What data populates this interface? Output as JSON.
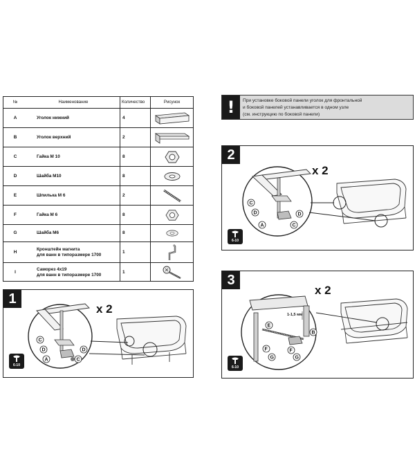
{
  "table": {
    "header": {
      "num": "№",
      "name": "Наименование",
      "qty": "Количество",
      "pic": "Рисунок"
    },
    "rows": [
      {
        "num": "A",
        "name": "Уголок нижний",
        "qty": "4",
        "icon": "lower-corner-bracket-icon"
      },
      {
        "num": "B",
        "name": "Уголок верхний",
        "qty": "2",
        "icon": "upper-corner-bracket-icon"
      },
      {
        "num": "C",
        "name": "Гайка М 10",
        "qty": "8",
        "icon": "hex-nut-icon"
      },
      {
        "num": "D",
        "name": "Шайба М10",
        "qty": "8",
        "icon": "washer-icon"
      },
      {
        "num": "E",
        "name": "Шпилька М 6",
        "qty": "2",
        "icon": "threaded-rod-icon"
      },
      {
        "num": "F",
        "name": "Гайка М 6",
        "qty": "8",
        "icon": "hex-nut-icon"
      },
      {
        "num": "G",
        "name": "Шайба М6",
        "qty": "8",
        "icon": "washer-icon"
      },
      {
        "num": "H",
        "name": "Кронштейн магнита",
        "name2": "для ванн в типоразмере 1700",
        "qty": "1",
        "icon": "magnet-bracket-icon"
      },
      {
        "num": "I",
        "name": "Саморез 4x19",
        "name2": "для ванн в типоразмере 1700",
        "qty": "1",
        "icon": "self-tapping-screw-icon"
      }
    ]
  },
  "warning": {
    "icon": "!",
    "line1": "При установке боковой панели уголок для фронтальной",
    "line2": "и боковой панелей устанавливается в одном узле",
    "line3": "(см. инструкцию по боковой панели)"
  },
  "steps": [
    {
      "number": "1",
      "multiplier": "x 2",
      "tool": "6-10",
      "labels": [
        "C",
        "D",
        "A",
        "C",
        "D"
      ]
    },
    {
      "number": "2",
      "multiplier": "x 2",
      "tool": "6-10",
      "labels": [
        "C",
        "D",
        "A",
        "C",
        "D"
      ]
    },
    {
      "number": "3",
      "multiplier": "x 2",
      "tool": "6-10",
      "labels": [
        "E",
        "B",
        "F",
        "G",
        "F",
        "G"
      ],
      "dimension": "1-1,5 мм"
    }
  ]
}
